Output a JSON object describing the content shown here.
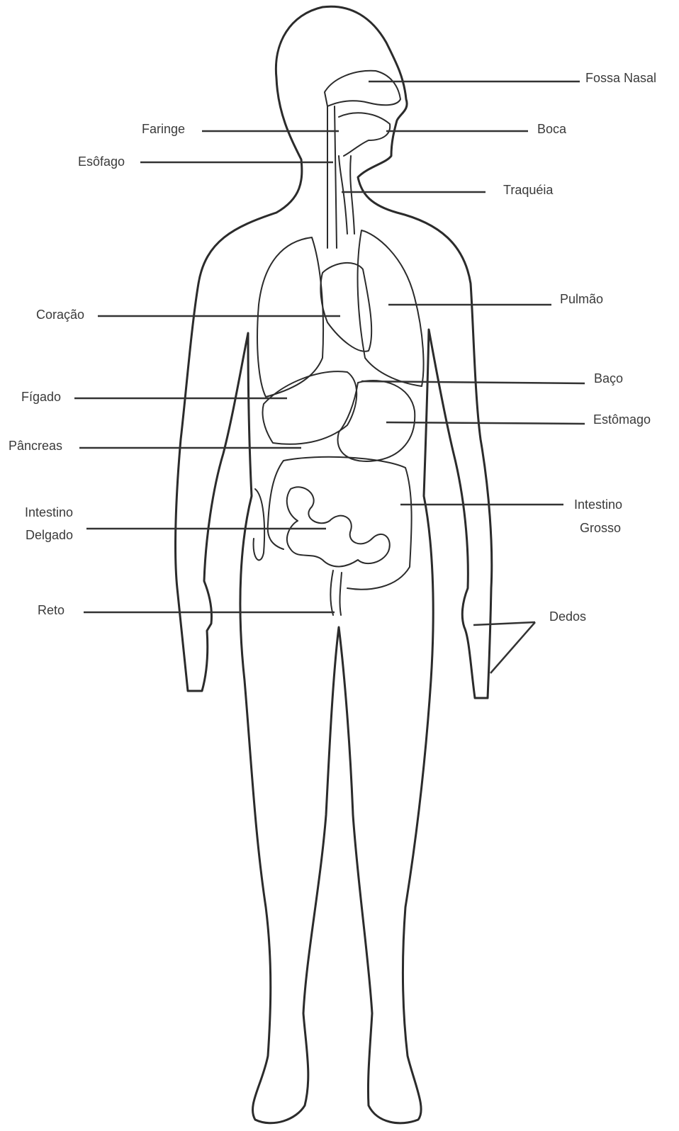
{
  "labels": {
    "fossa_nasal": "Fossa Nasal",
    "faringe": "Faringe",
    "boca": "Boca",
    "esofago": "Esôfago",
    "traqueia": "Traquéia",
    "coracao": "Coração",
    "pulmao": "Pulmão",
    "baco": "Baço",
    "figado": "Fígado",
    "estomago": "Estômago",
    "pancreas": "Pâncreas",
    "intestino_delgado_1": "Intestino",
    "intestino_delgado_2": "Delgado",
    "intestino_grosso_1": "Intestino",
    "intestino_grosso_2": "Grosso",
    "reto": "Reto",
    "dedos": "Dedos"
  }
}
